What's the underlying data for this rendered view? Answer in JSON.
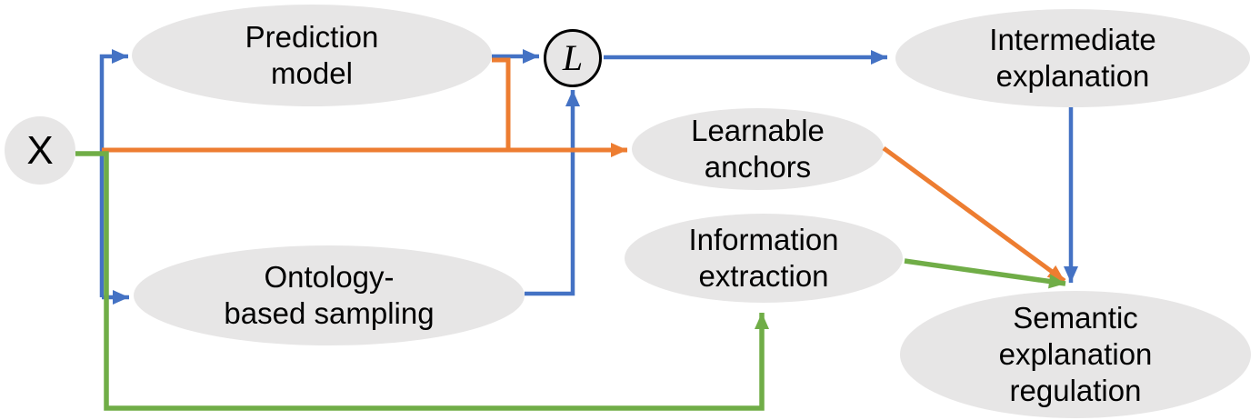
{
  "diagram": {
    "type": "flow-diagram",
    "nodes": {
      "x": {
        "label": "X"
      },
      "prediction_model": {
        "label": "Prediction\nmodel"
      },
      "loss": {
        "label": "L"
      },
      "intermediate_explanation": {
        "label": "Intermediate\nexplanation"
      },
      "learnable_anchors": {
        "label": "Learnable\nanchors"
      },
      "ontology_sampling": {
        "label": "Ontology-\nbased sampling"
      },
      "information_extraction": {
        "label": "Information\nextraction"
      },
      "semantic_regulation": {
        "label": "Semantic\nexplanation\nregulation"
      }
    },
    "edges": [
      {
        "from": "x",
        "to": "prediction_model",
        "color": "blue"
      },
      {
        "from": "x",
        "to": "ontology_sampling",
        "color": "blue"
      },
      {
        "from": "prediction_model",
        "to": "loss",
        "color": "blue"
      },
      {
        "from": "ontology_sampling",
        "to": "loss",
        "color": "blue"
      },
      {
        "from": "loss",
        "to": "intermediate_explanation",
        "color": "blue"
      },
      {
        "from": "intermediate_explanation",
        "to": "semantic_regulation",
        "color": "blue"
      },
      {
        "from": "x",
        "to": "learnable_anchors",
        "color": "orange"
      },
      {
        "from": "prediction_model",
        "to": "learnable_anchors",
        "color": "orange"
      },
      {
        "from": "learnable_anchors",
        "to": "semantic_regulation",
        "color": "orange"
      },
      {
        "from": "x",
        "to": "information_extraction",
        "color": "green"
      },
      {
        "from": "information_extraction",
        "to": "semantic_regulation",
        "color": "green"
      }
    ]
  },
  "colors": {
    "blue": "#4472C4",
    "orange": "#ED7D31",
    "green": "#70AD47",
    "node_fill": "#E7E6E6",
    "loss_border": "#000000",
    "text": "#000000"
  }
}
